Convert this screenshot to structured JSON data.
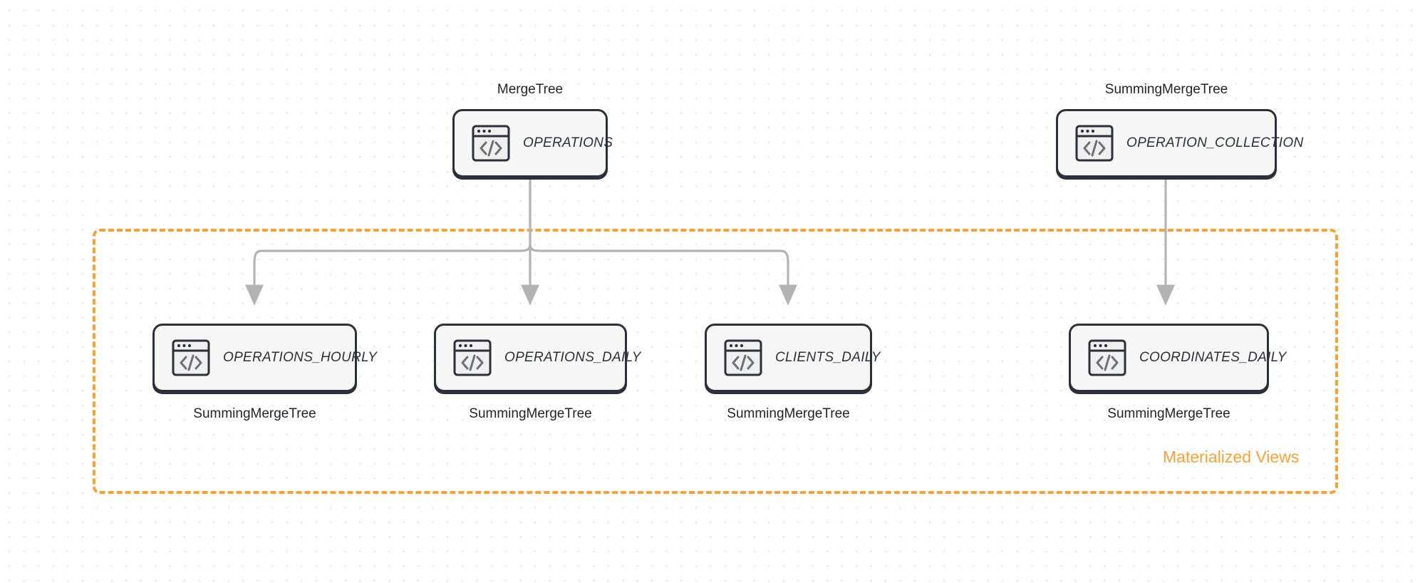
{
  "diagram": {
    "title": "ClickHouse table and materialized view topology",
    "background": {
      "color": "#ffffff",
      "dot_color": "#e9e6e4"
    },
    "accent_color": "#f9a135",
    "node_border_color": "#2c3039",
    "node_fill_color": "#f7f7f7",
    "edge_color": "#b3b3b3"
  },
  "group": {
    "label": "Materialized Views",
    "color": "#f9a135",
    "style": "dashed"
  },
  "nodes": [
    {
      "id": "operations",
      "title": "OPERATIONS",
      "engine": "MergeTree",
      "engine_position": "above",
      "icon": "code-window-icon"
    },
    {
      "id": "operation_collection",
      "title": "OPERATION_COLLECTION",
      "engine": "SummingMergeTree",
      "engine_position": "above",
      "icon": "code-window-icon"
    },
    {
      "id": "operations_hourly",
      "title": "OPERATIONS_HOURLY",
      "engine": "SummingMergeTree",
      "engine_position": "below",
      "icon": "code-window-icon"
    },
    {
      "id": "operations_daily",
      "title": "OPERATIONS_DAILY",
      "engine": "SummingMergeTree",
      "engine_position": "below",
      "icon": "code-window-icon"
    },
    {
      "id": "clients_daily",
      "title": "CLIENTS_DAILY",
      "engine": "SummingMergeTree",
      "engine_position": "below",
      "icon": "code-window-icon"
    },
    {
      "id": "coordinates_daily",
      "title": "COORDINATES_DAILY",
      "engine": "SummingMergeTree",
      "engine_position": "below",
      "icon": "code-window-icon"
    }
  ],
  "edges": [
    {
      "from": "operations",
      "to": "operations_hourly"
    },
    {
      "from": "operations",
      "to": "operations_daily"
    },
    {
      "from": "operations",
      "to": "clients_daily"
    },
    {
      "from": "operation_collection",
      "to": "coordinates_daily"
    }
  ]
}
